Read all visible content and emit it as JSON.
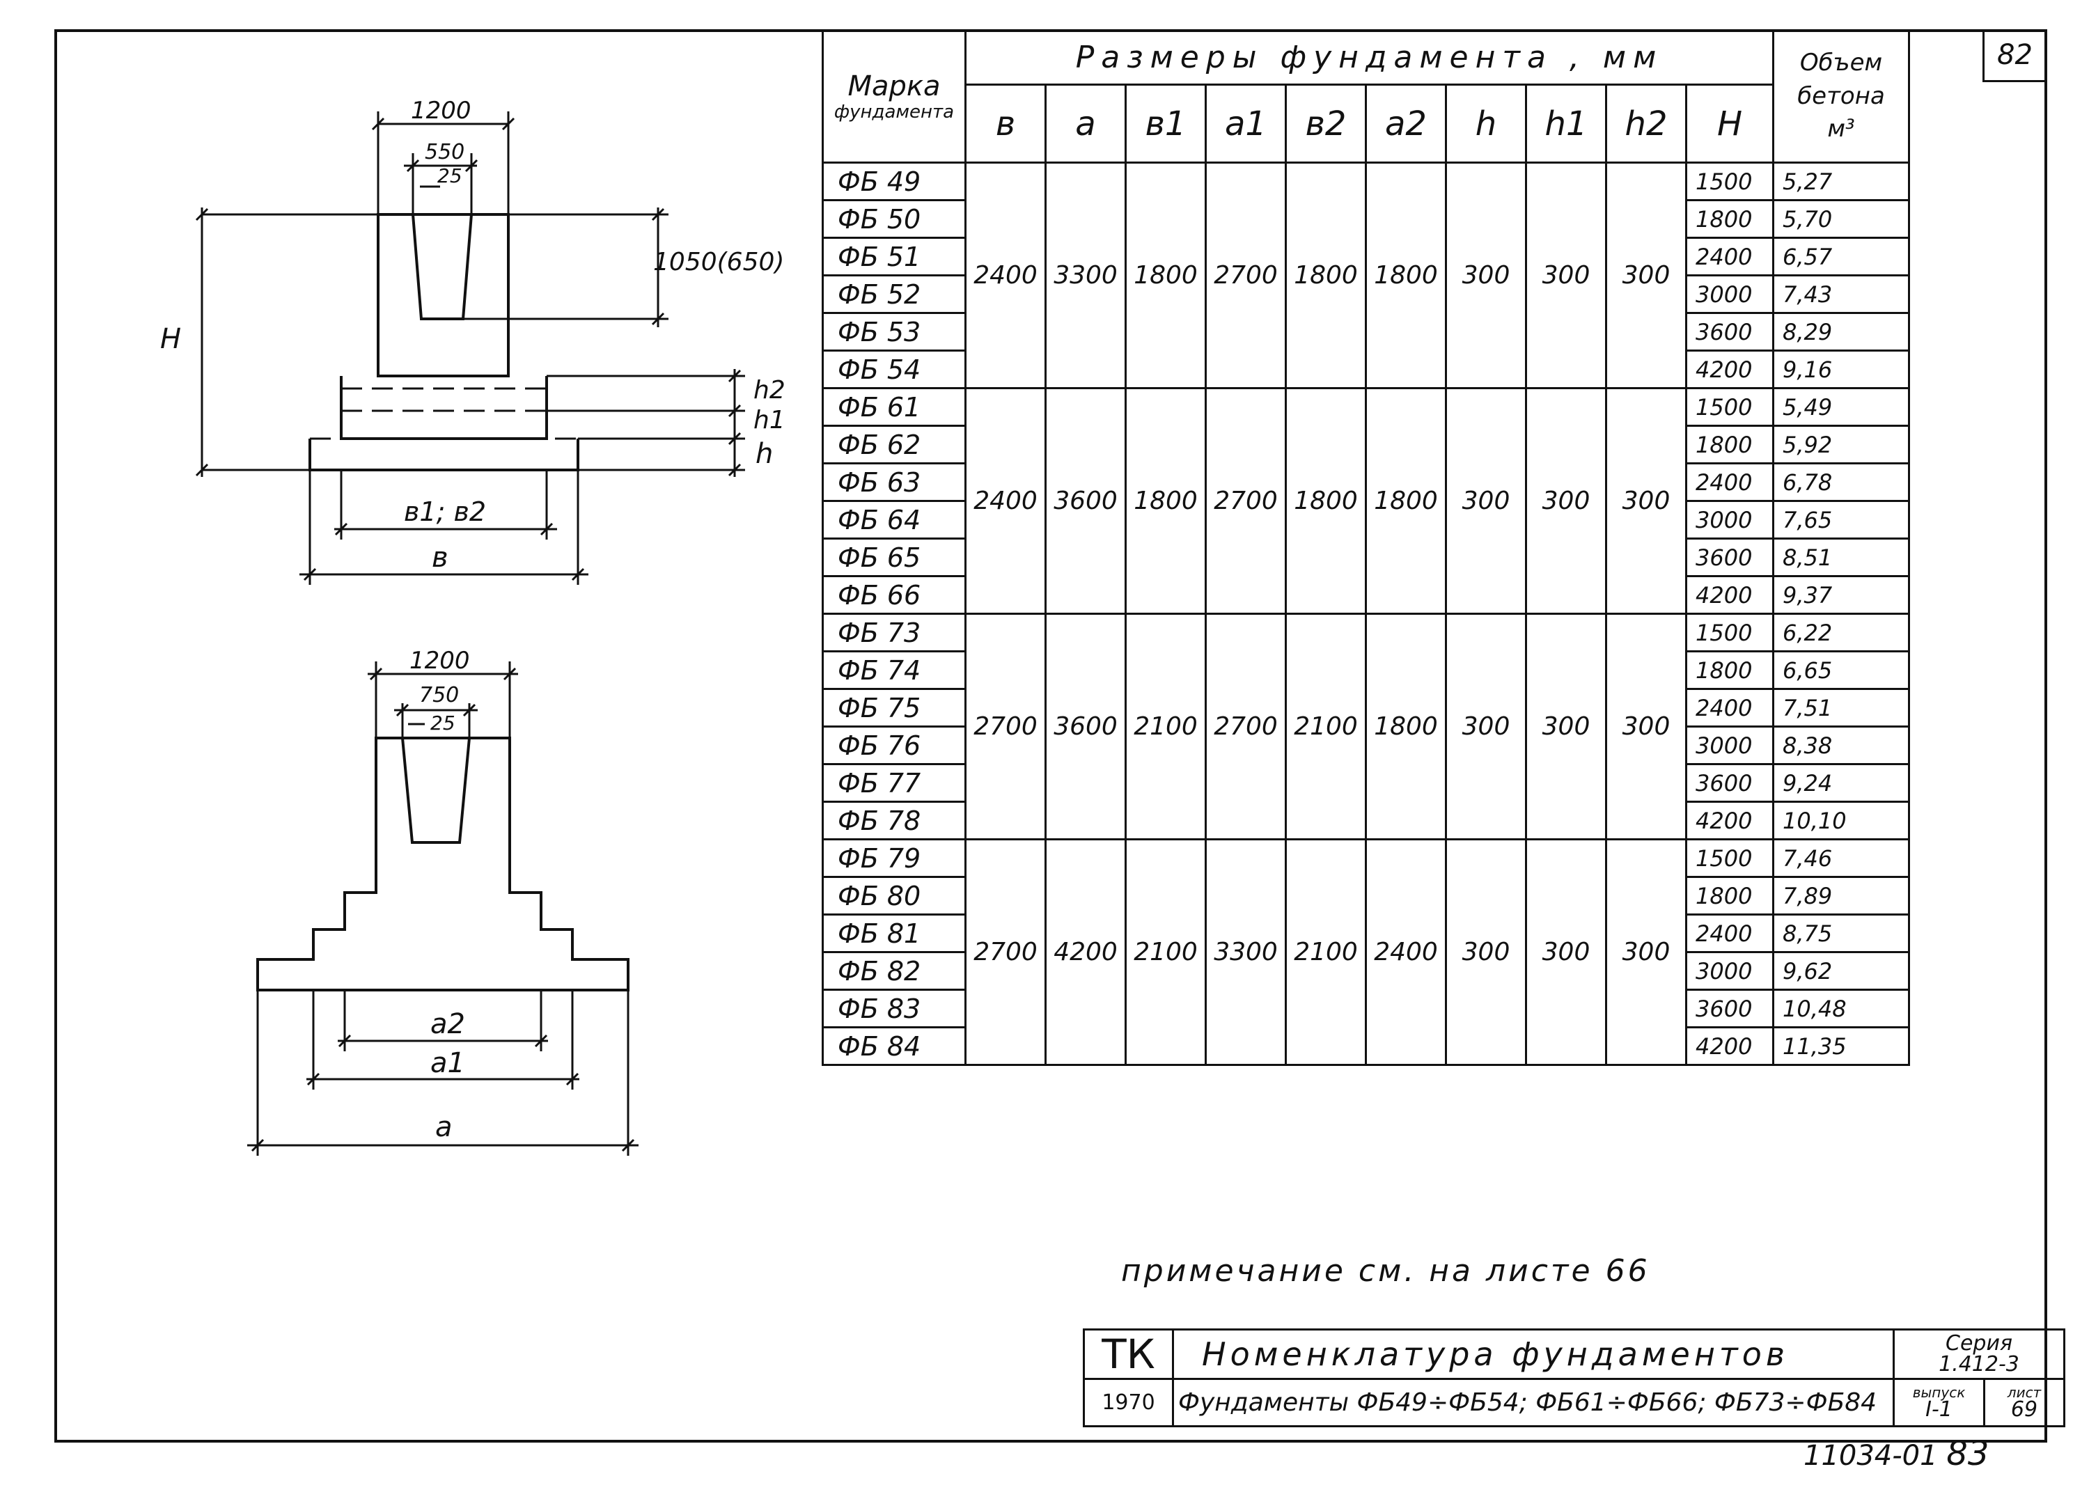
{
  "sheet_number": "82",
  "drawing_top": {
    "width_top": "1200",
    "width_cup": "550",
    "width_gap": "25",
    "cup_depth": "1050(650)",
    "label_H": "H",
    "label_h2": "h2",
    "label_h1": "h1",
    "label_h": "h",
    "label_b1b2": "в1; в2",
    "label_b": "в"
  },
  "drawing_bottom": {
    "width_top": "1200",
    "width_cup": "750",
    "width_gap": "25",
    "label_a2": "a2",
    "label_a1": "a1",
    "label_a": "a"
  },
  "table": {
    "col_mark": "Марка",
    "col_mark_sub": "фундамента",
    "col_dims": "Размеры фундамента , мм",
    "col_volume": "Объем бетона",
    "col_volume_unit": "м³",
    "subcols": [
      "в",
      "a",
      "в1",
      "a1",
      "в2",
      "a2",
      "h",
      "h1",
      "h2",
      "H"
    ],
    "groups": [
      {
        "b": "2400",
        "a": "3300",
        "b1": "1800",
        "a1": "2700",
        "b2": "1800",
        "a2": "1800",
        "h": "300",
        "h1": "300",
        "h2": "300",
        "rows": [
          {
            "mark": "ФБ 49",
            "H": "1500",
            "vol": "5,27"
          },
          {
            "mark": "ФБ 50",
            "H": "1800",
            "vol": "5,70"
          },
          {
            "mark": "ФБ 51",
            "H": "2400",
            "vol": "6,57"
          },
          {
            "mark": "ФБ 52",
            "H": "3000",
            "vol": "7,43"
          },
          {
            "mark": "ФБ 53",
            "H": "3600",
            "vol": "8,29"
          },
          {
            "mark": "ФБ 54",
            "H": "4200",
            "vol": "9,16"
          }
        ]
      },
      {
        "b": "2400",
        "a": "3600",
        "b1": "1800",
        "a1": "2700",
        "b2": "1800",
        "a2": "1800",
        "h": "300",
        "h1": "300",
        "h2": "300",
        "rows": [
          {
            "mark": "ФБ 61",
            "H": "1500",
            "vol": "5,49"
          },
          {
            "mark": "ФБ 62",
            "H": "1800",
            "vol": "5,92"
          },
          {
            "mark": "ФБ 63",
            "H": "2400",
            "vol": "6,78"
          },
          {
            "mark": "ФБ 64",
            "H": "3000",
            "vol": "7,65"
          },
          {
            "mark": "ФБ 65",
            "H": "3600",
            "vol": "8,51"
          },
          {
            "mark": "ФБ 66",
            "H": "4200",
            "vol": "9,37"
          }
        ]
      },
      {
        "b": "2700",
        "a": "3600",
        "b1": "2100",
        "a1": "2700",
        "b2": "2100",
        "a2": "1800",
        "h": "300",
        "h1": "300",
        "h2": "300",
        "rows": [
          {
            "mark": "ФБ 73",
            "H": "1500",
            "vol": "6,22"
          },
          {
            "mark": "ФБ 74",
            "H": "1800",
            "vol": "6,65"
          },
          {
            "mark": "ФБ 75",
            "H": "2400",
            "vol": "7,51"
          },
          {
            "mark": "ФБ 76",
            "H": "3000",
            "vol": "8,38"
          },
          {
            "mark": "ФБ 77",
            "H": "3600",
            "vol": "9,24"
          },
          {
            "mark": "ФБ 78",
            "H": "4200",
            "vol": "10,10"
          }
        ]
      },
      {
        "b": "2700",
        "a": "4200",
        "b1": "2100",
        "a1": "3300",
        "b2": "2100",
        "a2": "2400",
        "h": "300",
        "h1": "300",
        "h2": "300",
        "rows": [
          {
            "mark": "ФБ 79",
            "H": "1500",
            "vol": "7,46"
          },
          {
            "mark": "ФБ 80",
            "H": "1800",
            "vol": "7,89"
          },
          {
            "mark": "ФБ 81",
            "H": "2400",
            "vol": "8,75"
          },
          {
            "mark": "ФБ 82",
            "H": "3000",
            "vol": "9,62"
          },
          {
            "mark": "ФБ 83",
            "H": "3600",
            "vol": "10,48"
          },
          {
            "mark": "ФБ 84",
            "H": "4200",
            "vol": "11,35"
          }
        ]
      }
    ]
  },
  "note": "примечание см. на листе 66",
  "title_block": {
    "org": "ТК",
    "title": "Номенклатура фундаментов",
    "year": "1970",
    "subtitle": "Фундаменты ФБ49÷ФБ54; ФБ61÷ФБ66; ФБ73÷ФБ84",
    "series_label": "Серия",
    "series": "1.412-3",
    "issue_label": "выпуск",
    "issue": "I-1",
    "sheet_label": "лист",
    "sheet": "69"
  },
  "archive_number": "11034-01",
  "archive_page": "83"
}
